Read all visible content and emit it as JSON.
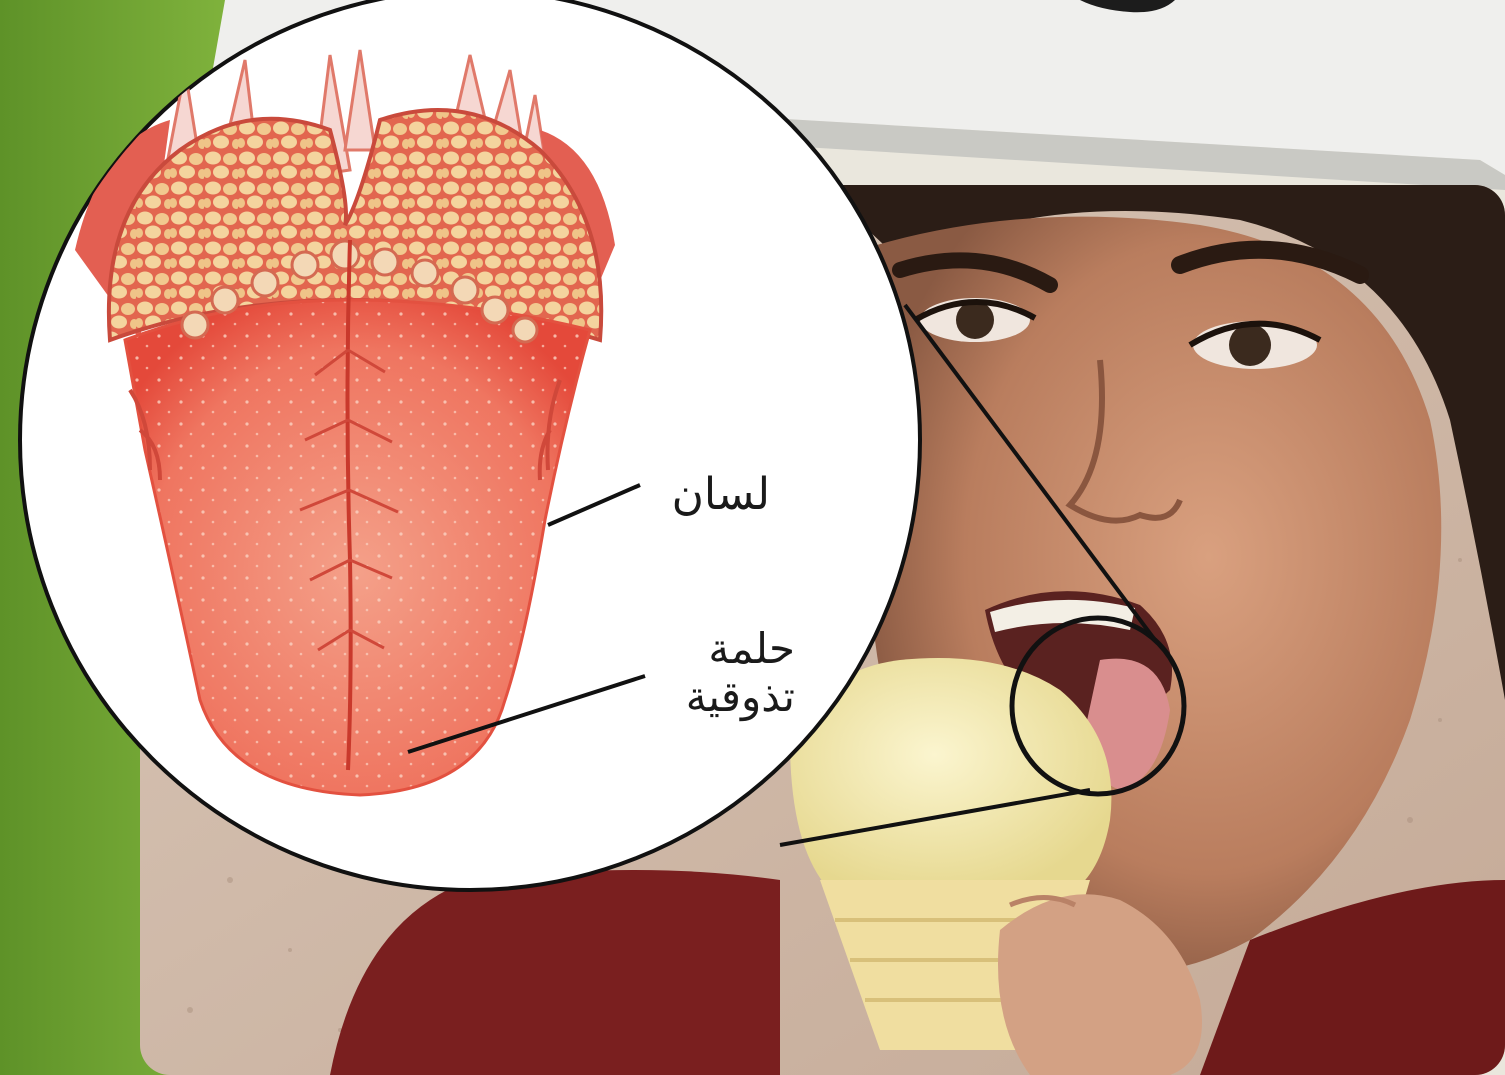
{
  "diagram": {
    "labels": {
      "tongue": "لسان",
      "taste_bud_line1": "حلمة",
      "taste_bud_line2": "تذوقية"
    }
  },
  "colors": {
    "green_band": "#6fa233",
    "tongue_red": "#ec5b4c",
    "tongue_light": "#f29a84",
    "papillae": "#f3d39b",
    "skin": "#c98e70",
    "ice_cream": "#f6ebb2",
    "shirt": "#7a1f1f"
  }
}
